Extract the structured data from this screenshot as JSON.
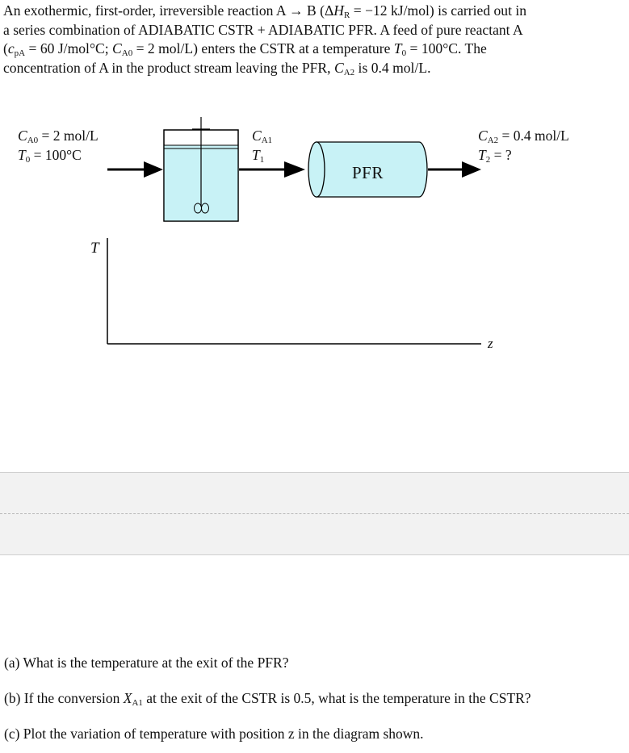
{
  "problem": {
    "line1_a": "An exothermic, first-order, irreversible reaction A ",
    "arrow": "→",
    "line1_b": " B (Δ",
    "dh_symbol": "H",
    "dh_sub": "R",
    "line1_c": " = −12 kJ/mol) is carried out in",
    "line2": "a series combination of ADIABATIC CSTR + ADIABATIC PFR. A feed of pure reactant A",
    "line3_a": "(",
    "cp_symbol": "c",
    "cp_sub": "pA",
    "line3_b": " = 60 J/mol°C; ",
    "ca0_symbol": "C",
    "ca0_sub": "A0",
    "line3_c": " = 2 mol/L) enters the CSTR at a temperature ",
    "t0_symbol": "T",
    "t0_sub": "0",
    "line3_d": " = 100°C.  The",
    "line4_a": "concentration of A in the product stream leaving the PFR, ",
    "ca2_symbol": "C",
    "ca2_sub": "A2",
    "line4_b": " is 0.4 mol/L."
  },
  "diagram": {
    "feed_conc_symbol": "C",
    "feed_conc_sub": "A0",
    "feed_conc_value": " = 2 mol/L",
    "feed_temp_symbol": "T",
    "feed_temp_sub": "0",
    "feed_temp_value": "  = 100°C",
    "mid_conc_symbol": "C",
    "mid_conc_sub": "A1",
    "mid_temp_symbol": "T",
    "mid_temp_sub": "1",
    "reactor_label": "PFR",
    "out_conc_symbol": "C",
    "out_conc_sub": "A2",
    "out_conc_value": " = 0.4 mol/L",
    "out_temp_symbol": "T",
    "out_temp_sub": "2",
    "out_temp_value": " = ?",
    "plot_y_label": "T",
    "plot_x_label": "z"
  },
  "questions": {
    "a": "(a) What is the temperature at the exit of the PFR?",
    "b_pre": "(b) If the conversion ",
    "b_symbol": "X",
    "b_sub": "A1",
    "b_post": " at the exit of the CSTR is 0.5, what is the temperature in the CSTR?",
    "c": "(c) Plot the variation of temperature with position z in the diagram shown."
  },
  "colors": {
    "tank_fill": "#c8f2f6",
    "pfr_fill": "#c8f2f6",
    "answer_band": "#f2f2f2"
  }
}
